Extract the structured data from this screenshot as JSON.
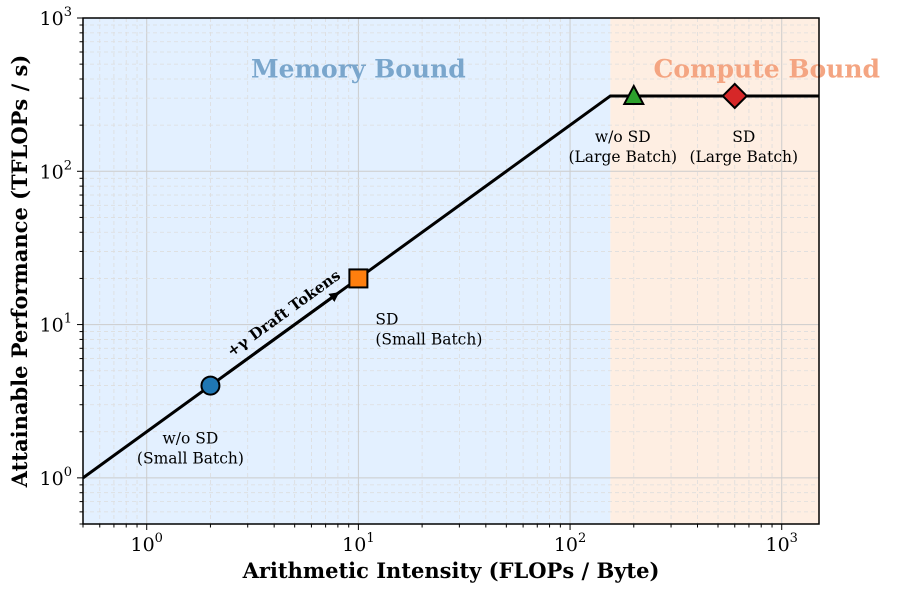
{
  "chart_data": {
    "type": "line",
    "xlabel": "Arithmetic Intensity (FLOPs / Byte)",
    "ylabel": "Attainable Performance (TFLOPs / s)",
    "x_scale": "log",
    "y_scale": "log",
    "xlim": [
      0.5,
      1500
    ],
    "ylim": [
      0.5,
      1000
    ],
    "x_ticks": [
      {
        "base": "10",
        "exp": "0",
        "value": 1
      },
      {
        "base": "10",
        "exp": "1",
        "value": 10
      },
      {
        "base": "10",
        "exp": "2",
        "value": 100
      },
      {
        "base": "10",
        "exp": "3",
        "value": 1000
      }
    ],
    "y_ticks": [
      {
        "base": "10",
        "exp": "0",
        "value": 1
      },
      {
        "base": "10",
        "exp": "1",
        "value": 10
      },
      {
        "base": "10",
        "exp": "2",
        "value": 100
      },
      {
        "base": "10",
        "exp": "3",
        "value": 1000
      }
    ],
    "grid": true,
    "roofline": {
      "x": [
        0.5,
        155,
        1500
      ],
      "y": [
        1,
        310,
        310
      ],
      "color": "#000000"
    },
    "regions": [
      {
        "label": "Memory Bound",
        "x_range": [
          0.5,
          155
        ],
        "fill": "#e3f0ff",
        "label_color": "#7aa6cc",
        "label_x": 10,
        "label_y": 460
      },
      {
        "label": "Compute Bound",
        "x_range": [
          155,
          1500
        ],
        "fill": "#feeee2",
        "label_color": "#f4a582",
        "label_x": 850,
        "label_y": 460
      }
    ],
    "points": [
      {
        "x": 2,
        "y": 4,
        "marker": "circle",
        "color": "#1f77b4",
        "label_lines": [
          "w/o SD",
          "(Small Batch)"
        ]
      },
      {
        "x": 10,
        "y": 20,
        "marker": "square",
        "color": "#ff7f0e",
        "label_lines": [
          "SD",
          "(Small Batch)"
        ]
      },
      {
        "x": 200,
        "y": 310,
        "marker": "triangle",
        "color": "#2ca02c",
        "label_lines": [
          "w/o SD",
          "(Large Batch)"
        ]
      },
      {
        "x": 600,
        "y": 310,
        "marker": "diamond",
        "color": "#d62728",
        "label_lines": [
          "SD",
          "(Large Batch)"
        ]
      }
    ],
    "arrow": {
      "x_from": 2.4,
      "y_from": 4.8,
      "x_to": 8.0,
      "y_to": 16.0,
      "label": "+γ Draft Tokens"
    }
  }
}
